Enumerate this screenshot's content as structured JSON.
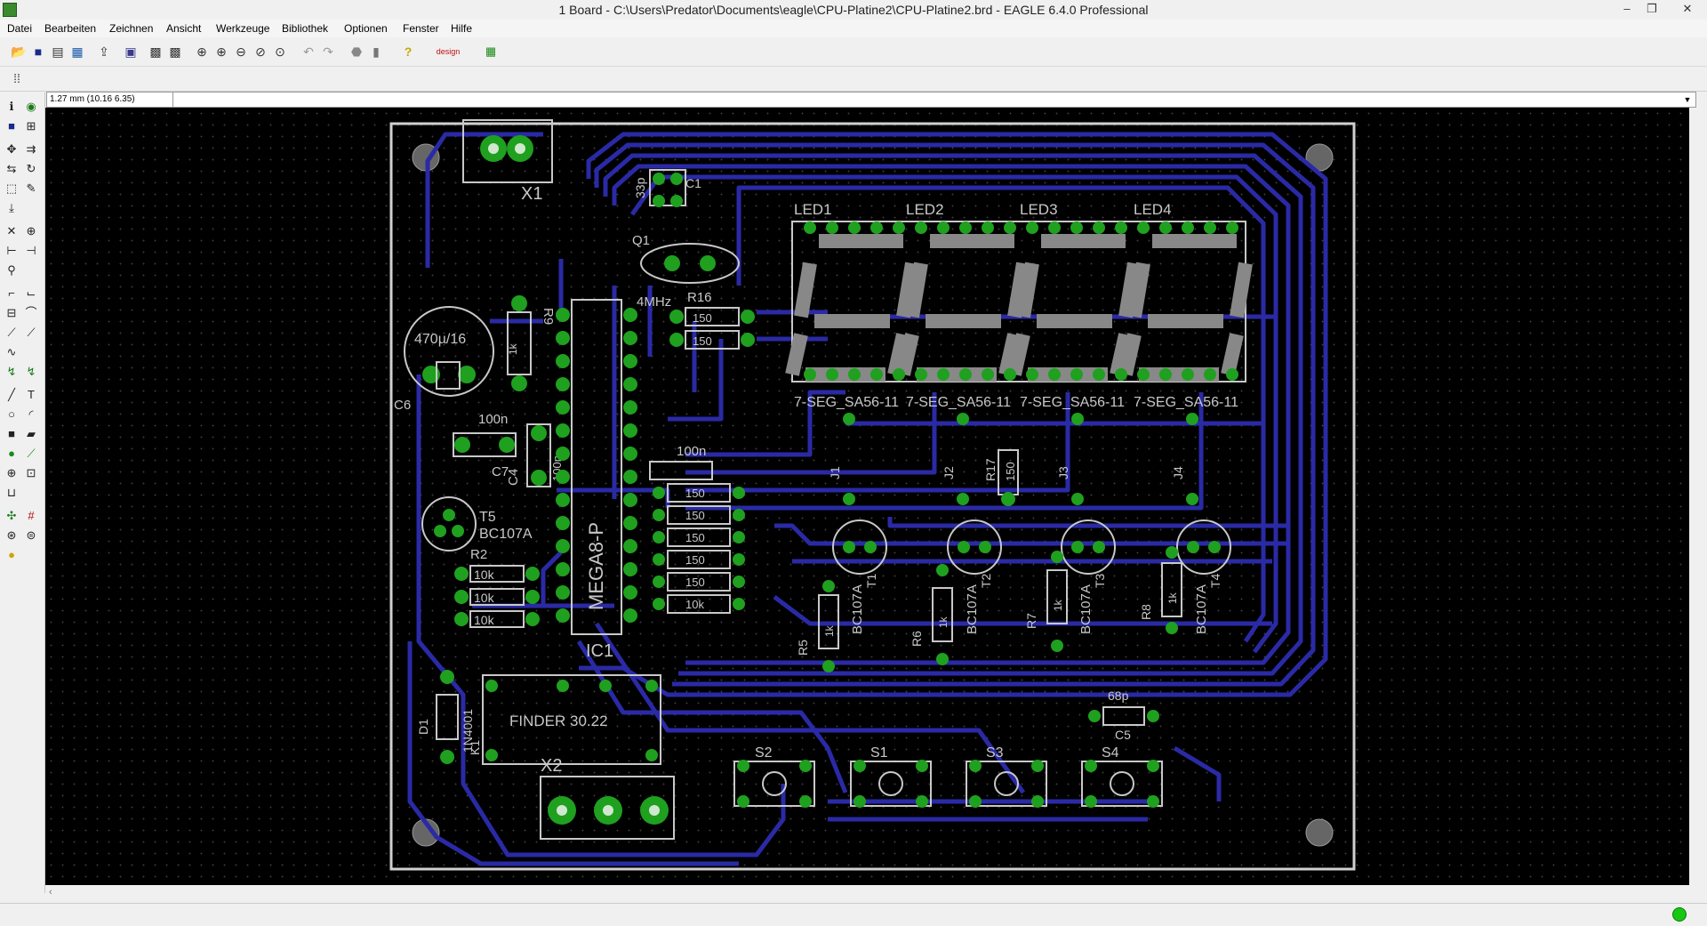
{
  "window": {
    "title": "1 Board - C:\\Users\\Predator\\Documents\\eagle\\CPU-Platine2\\CPU-Platine2.brd - EAGLE 6.4.0 Professional",
    "controls": [
      "–",
      "❐",
      "✕"
    ]
  },
  "menu": [
    "Datei",
    "Bearbeiten",
    "Zeichnen",
    "Ansicht",
    "Werkzeuge",
    "Bibliothek",
    "Optionen",
    "Fenster",
    "Hilfe"
  ],
  "coordinate_readout": "1.27 mm (10.16 6.35)",
  "command_line": "",
  "toolbar_icons": [
    "open-icon",
    "save-icon",
    "print-icon",
    "cam-icon",
    "script-icon",
    "run-icon",
    "drc-icon",
    "erc-icon",
    "zoom-fit-icon",
    "zoom-in-icon",
    "zoom-out-icon",
    "zoom-redraw-icon",
    "zoom-select-icon",
    "undo-icon",
    "redo-icon",
    "stop-icon",
    "go-icon",
    "help-icon",
    "designlink-icon",
    "pcb-quote-icon"
  ],
  "tool_icons": [
    "info-icon",
    "show-icon",
    "display-icon",
    "mark-icon",
    "move-icon",
    "copy-icon",
    "mirror-icon",
    "rotate-icon",
    "group-icon",
    "change-icon",
    "paste-icon",
    "delete-icon",
    "add-icon",
    "name-icon",
    "value-icon",
    "smash-icon",
    "miter-icon",
    "split-icon",
    "optimize-icon",
    "meander-icon",
    "route-icon",
    "ripup-icon",
    "wire-icon",
    "text-icon",
    "circle-icon",
    "arc-icon",
    "rect-icon",
    "polygon-icon",
    "via-icon",
    "signal-icon",
    "hole-icon",
    "attribute-icon",
    "dimension-icon",
    "ratsnest-icon",
    "autorouter-icon",
    "drc-icon",
    "errors-icon"
  ],
  "board": {
    "labels": {
      "x1": "X1",
      "x2": "X2",
      "c6": "C6",
      "c6_value": "470µ/16",
      "c7": "C7",
      "c7_value": "100n",
      "c4": "C4",
      "c4_value": "100n",
      "c5": "C5",
      "c5_value": "68p",
      "c1": "C1",
      "c1_value": "33p",
      "q1": "Q1",
      "q1_value": "4MHz",
      "ic1": "IC1",
      "ic1_value": "MEGA8-P",
      "t5": "T5",
      "t5_value": "BC107A",
      "r9": "R9",
      "r9_value": "1k",
      "r2": "R2",
      "r16": "R16",
      "r16_value": "150",
      "r17": "R17",
      "r17_value": "150",
      "r5": "R5",
      "r6": "R6",
      "r7": "R7",
      "r8": "R8",
      "r_1k": "1k",
      "r_150": "150",
      "r_10k": "10k",
      "d1": "D1",
      "d1_value": "1N4001",
      "k1": "K1",
      "relay_value": "FINDER 30.22",
      "s1": "S1",
      "s2": "S2",
      "s3": "S3",
      "s4": "S4",
      "led1": "LED1",
      "led2": "LED2",
      "led3": "LED3",
      "led4": "LED4",
      "led_value": "7-SEG_SA56-11",
      "j1": "J1",
      "j2": "J2",
      "j3": "J3",
      "j4": "J4",
      "t1": "T1",
      "t2": "T2",
      "t3": "T3",
      "t4": "T4",
      "bc107a": "BC107A"
    }
  },
  "colors": {
    "canvas": "#000000",
    "trace": "#2a2aa6",
    "pad": "#1fa01f",
    "pad_hole": "#cfe8cf",
    "silkscreen": "#c8c8c8",
    "outline": "#d0d0d0"
  }
}
